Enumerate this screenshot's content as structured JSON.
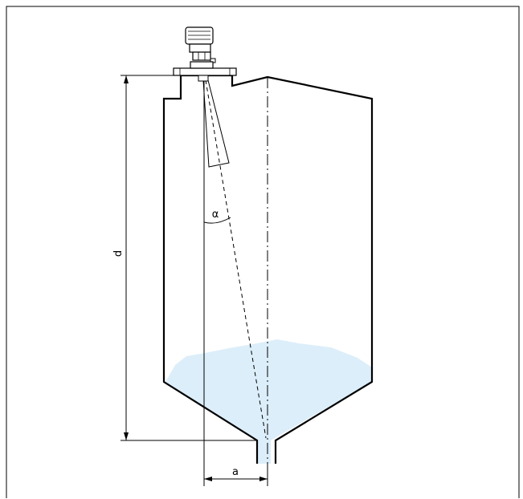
{
  "labels": {
    "distance": "d",
    "offset": "a",
    "angle": "α"
  },
  "colors": {
    "line": "#000000",
    "medium": "#dceefa",
    "background": "#ffffff"
  }
}
